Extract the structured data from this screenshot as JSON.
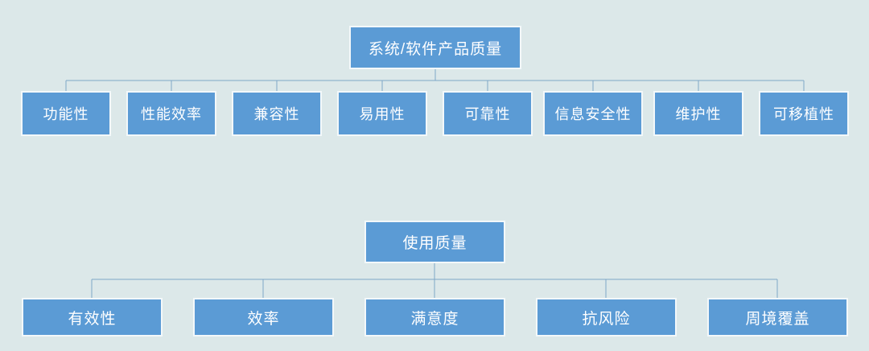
{
  "diagram": {
    "title_text_color": "#ffffff",
    "background_color": "#dce8e9",
    "node_fill_color": "#5b9bd5",
    "node_border_color": "#f3f8fa",
    "connector_color": "#7ea7c7",
    "trees": [
      {
        "id": "product-quality",
        "root": {
          "label": "系统/软件产品质量"
        },
        "children": [
          {
            "label": "功能性"
          },
          {
            "label": "性能效率"
          },
          {
            "label": "兼容性"
          },
          {
            "label": "易用性"
          },
          {
            "label": "可靠性"
          },
          {
            "label": "信息安全性"
          },
          {
            "label": "维护性"
          },
          {
            "label": "可移植性"
          }
        ]
      },
      {
        "id": "quality-in-use",
        "root": {
          "label": "使用质量"
        },
        "children": [
          {
            "label": "有效性"
          },
          {
            "label": "效率"
          },
          {
            "label": "满意度"
          },
          {
            "label": "抗风险"
          },
          {
            "label": "周境覆盖"
          }
        ]
      }
    ]
  }
}
